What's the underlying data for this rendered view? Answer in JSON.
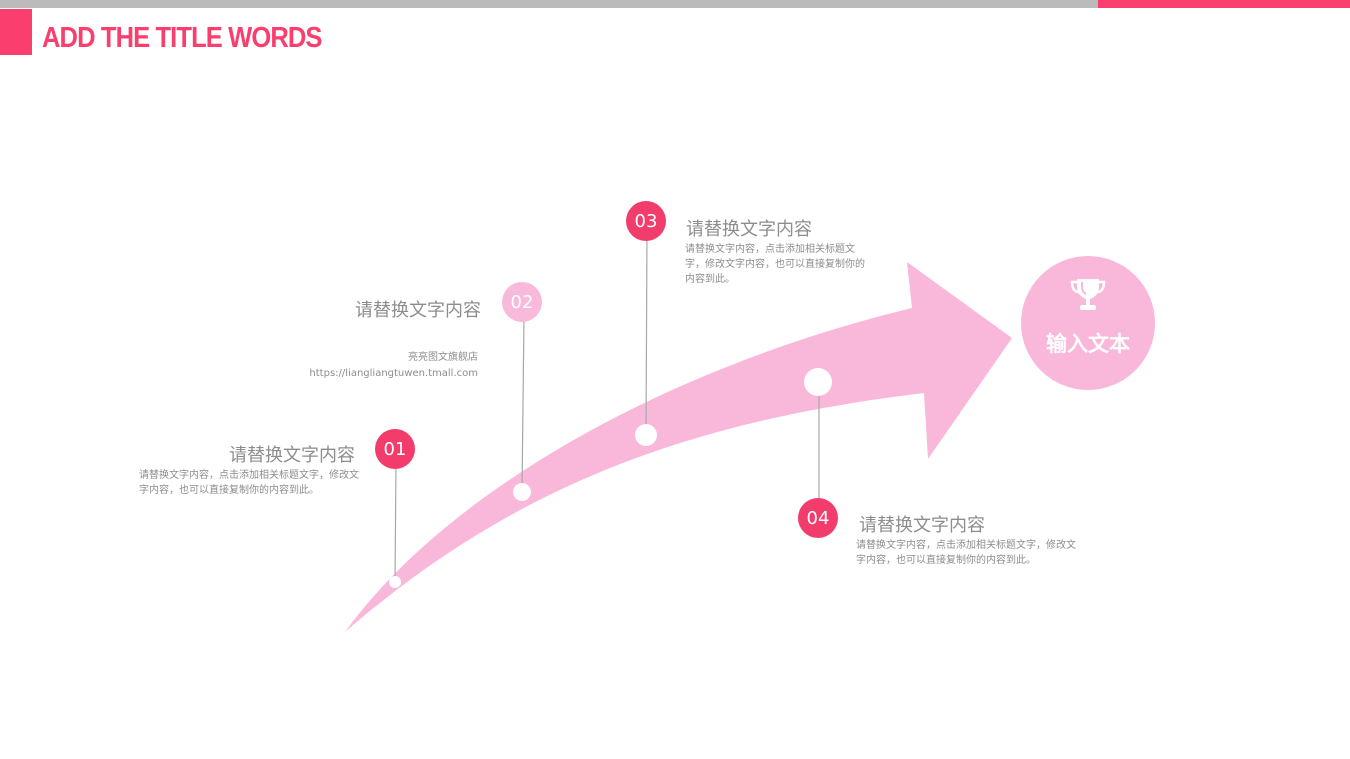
{
  "slide": {
    "title": "ADD THE TITLE WORDS"
  },
  "colors": {
    "accent": "#fa3f6f",
    "arrow": "#f9b8da",
    "text": "#8d8d8d",
    "bar": "#bbbbbb"
  },
  "steps": [
    {
      "num": "01",
      "heading": "请替换文字内容",
      "body": "请替换文字内容，点击添加相关标题文字，修改文字内容，也可以直接复制你的内容到此。"
    },
    {
      "num": "02",
      "heading": "请替换文字内容",
      "store": "亮亮图文旗舰店",
      "url": "https://liangliangtuwen.tmall.com"
    },
    {
      "num": "03",
      "heading": "请替换文字内容",
      "body": "请替换文字内容，点击添加相关标题文字，修改文字内容，也可以直接复制你的内容到此。"
    },
    {
      "num": "04",
      "heading": "请替换文字内容",
      "body": "请替换文字内容，点击添加相关标题文字，修改文字内容，也可以直接复制你的内容到此。"
    }
  ],
  "goal": {
    "label": "输入文本",
    "icon": "trophy-icon"
  }
}
